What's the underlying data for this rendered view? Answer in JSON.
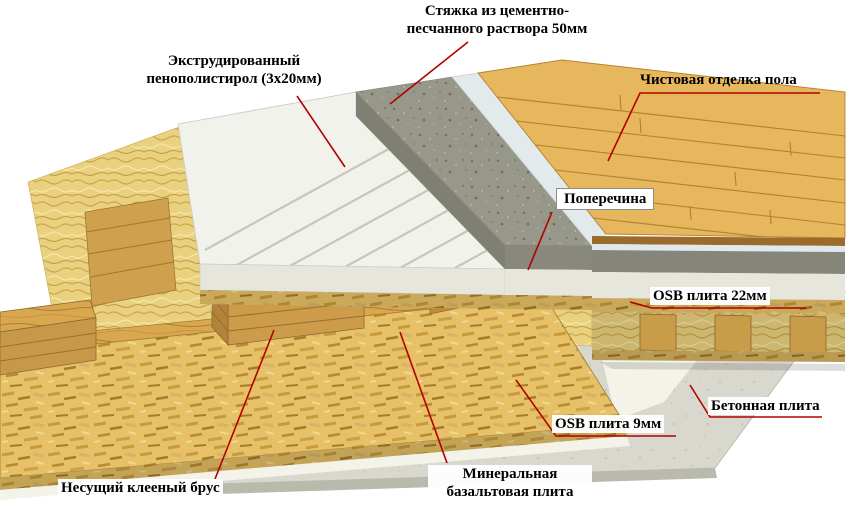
{
  "diagram": {
    "labels": {
      "screed": {
        "line1": "Стяжка из цементно-",
        "line2": "песчанного раствора 50мм"
      },
      "xps": {
        "line1": "Экструдированный",
        "line2": "пенополистирол (3х20мм)"
      },
      "floor_finish": {
        "text": "Чистовая отделка пола"
      },
      "crossbar": {
        "text": "Поперечина"
      },
      "osb22": {
        "text": "OSB плита 22мм"
      },
      "concrete": {
        "text": "Бетонная плита"
      },
      "osb9": {
        "text": "OSB плита 9мм"
      },
      "mineral": {
        "line1": "Минеральная",
        "line2": "базальтовая плита"
      },
      "beam": {
        "text": "Несущий клееный брус"
      }
    },
    "colors": {
      "leader": "#b30000",
      "label_text": "#000000",
      "osb": "#e3bd62",
      "insulation": "#ead180",
      "xps": "#f2f2ec",
      "screed": "#97978a",
      "concrete": "#d8d8cf",
      "wood": "#d9a84e",
      "film": "#f3f3ea"
    }
  }
}
